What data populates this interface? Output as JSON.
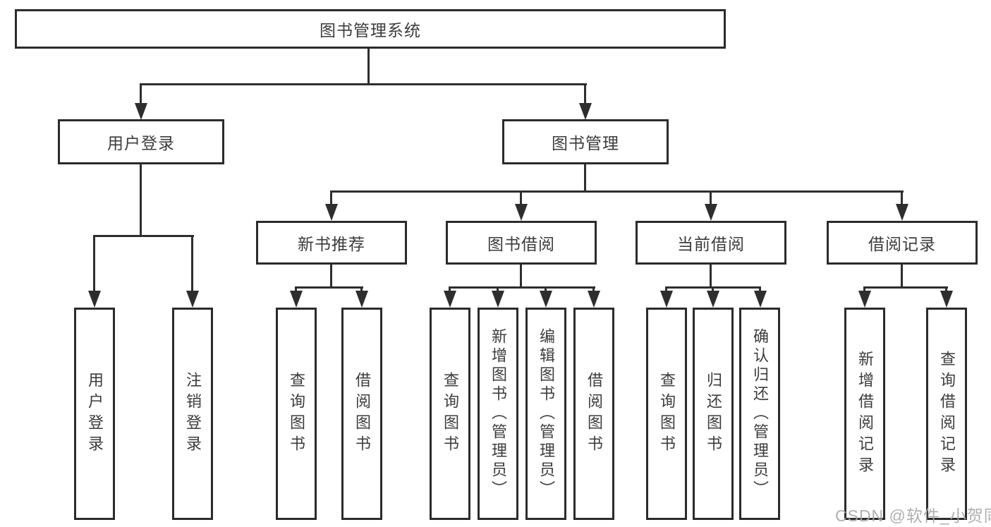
{
  "diagram": {
    "root": {
      "label": "图书管理系统"
    },
    "branches": [
      {
        "label": "用户登录",
        "children": [
          {
            "label": "用户登录"
          },
          {
            "label": "注销登录"
          }
        ]
      },
      {
        "label": "图书管理",
        "sections": [
          {
            "label": "新书推荐",
            "children": [
              {
                "label": "查询图书"
              },
              {
                "label": "借阅图书"
              }
            ]
          },
          {
            "label": "图书借阅",
            "children": [
              {
                "label": "查询图书"
              },
              {
                "label": "新增图书（管理员）"
              },
              {
                "label": "编辑图书（管理员）"
              },
              {
                "label": "借阅图书"
              }
            ]
          },
          {
            "label": "当前借阅",
            "children": [
              {
                "label": "查询图书"
              },
              {
                "label": "归还图书"
              },
              {
                "label": "确认归还（管理员）"
              }
            ]
          },
          {
            "label": "借阅记录",
            "children": [
              {
                "label": "新增借阅记录"
              },
              {
                "label": "查询借阅记录"
              }
            ]
          }
        ]
      }
    ],
    "colors": {
      "line": "#2e2e2e",
      "border": "#2b2b2b",
      "text": "#3c3c3c",
      "background": "#ffffff",
      "watermark": "#a8a8a8"
    }
  },
  "watermark": {
    "text": "CSDN @软件_小贺同学"
  }
}
